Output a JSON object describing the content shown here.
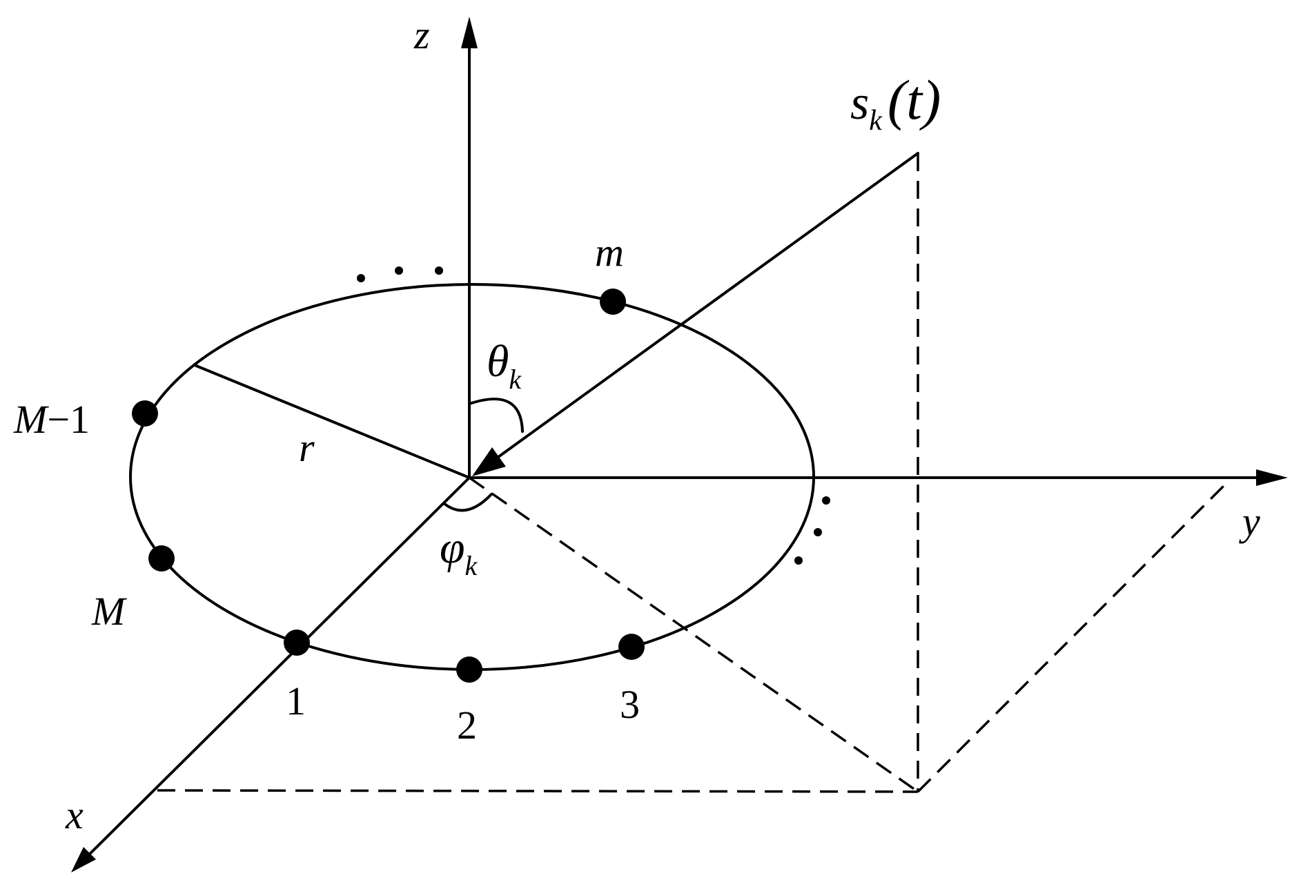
{
  "axes": {
    "x": "x",
    "y": "y",
    "z": "z"
  },
  "labels": {
    "m": "m",
    "r": "r",
    "M": "M",
    "M_minus_1": {
      "base": "M",
      "suffix": "−1"
    },
    "theta": {
      "base": "θ",
      "sub": "k"
    },
    "phi": {
      "base": "φ",
      "sub": "k"
    },
    "source": {
      "base": "s",
      "sub": "k",
      "arg": "(t)"
    }
  },
  "elements": [
    "1",
    "2",
    "3"
  ],
  "ellipsis": "…"
}
